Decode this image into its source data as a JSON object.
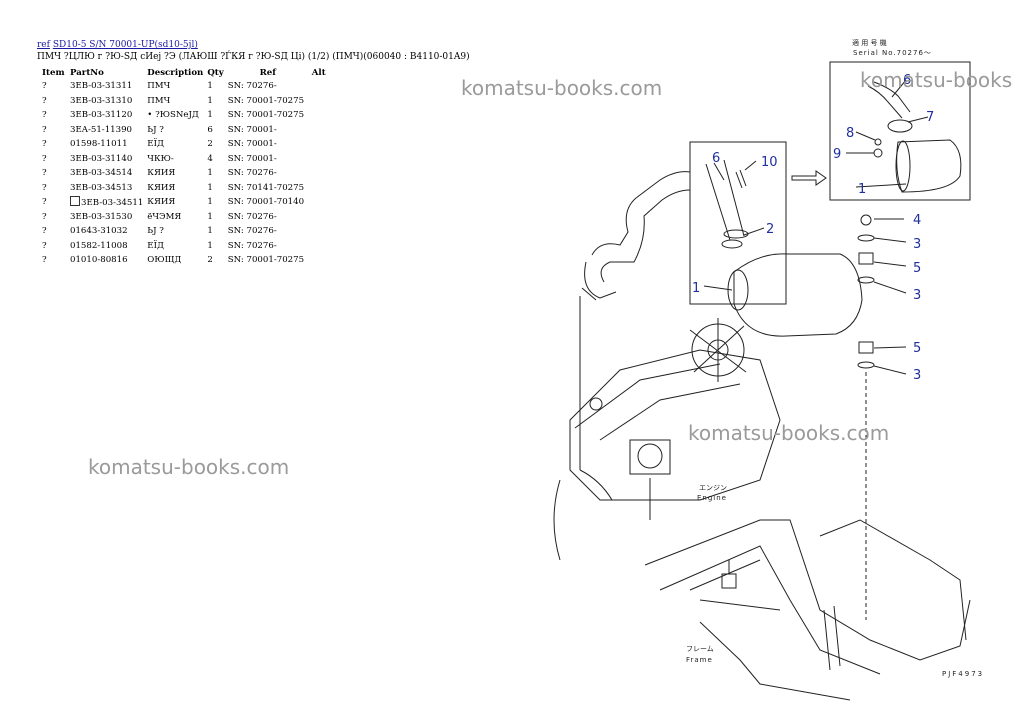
{
  "breadcrumb": {
    "ref": "ref",
    "model": "SD10-5 S/N 70001-UP(sd10-5jl)"
  },
  "subtitle": "ПМЧ ?ЦЛЮ г ?Ю-SД сИеј ?Э (ЛАЮШ ?ЃКЯ г ?Ю-SД Ці) (1/2) (ПМЧ)(060040 : B4110-01A9)",
  "table": {
    "headers": {
      "item": "Item",
      "part": "PartNo",
      "desc": "Description",
      "qty": "Qty",
      "ref": "Ref",
      "alt": "Alt"
    },
    "rows": [
      {
        "item": "?",
        "part": "3EB-03-31311",
        "desc": "ПМЧ",
        "qty": "1",
        "ref": "SN: 70276-"
      },
      {
        "item": "?",
        "part": "3EB-03-31310",
        "desc": "ПМЧ",
        "qty": "1",
        "ref": "SN: 70001-70275"
      },
      {
        "item": "?",
        "part": "3EB-03-31120",
        "desc": "• ?ЮSNеЈД",
        "qty": "1",
        "ref": "SN: 70001-70275"
      },
      {
        "item": "?",
        "part": "3EA-51-11390",
        "desc": "ЬЈ ?",
        "qty": "6",
        "ref": "SN: 70001-"
      },
      {
        "item": "?",
        "part": "01598-11011",
        "desc": "ЕЇД",
        "qty": "2",
        "ref": "SN: 70001-"
      },
      {
        "item": "?",
        "part": "3EB-03-31140",
        "desc": "ЧКЮ-",
        "qty": "4",
        "ref": "SN: 70001-"
      },
      {
        "item": "?",
        "part": "3EB-03-34514",
        "desc": "КЯИЯ",
        "qty": "1",
        "ref": "SN: 70276-"
      },
      {
        "item": "?",
        "part": "3EB-03-34513",
        "desc": "КЯИЯ",
        "qty": "1",
        "ref": "SN: 70141-70275"
      },
      {
        "item": "?",
        "part": "3EB-03-34511",
        "desc": "КЯИЯ",
        "qty": "1",
        "ref": "SN: 70001-70140"
      },
      {
        "item": "?",
        "part": "3EB-03-31530",
        "desc": "ёЧЭМЯ",
        "qty": "1",
        "ref": "SN: 70276-"
      },
      {
        "item": "?",
        "part": "01643-31032",
        "desc": "ЬЈ ?",
        "qty": "1",
        "ref": "SN: 70276-"
      },
      {
        "item": "?",
        "part": "01582-11008",
        "desc": "ЕЇД",
        "qty": "1",
        "ref": "SN: 70276-"
      },
      {
        "item": "?",
        "part": "01010-80816",
        "desc": "ОЮЩД",
        "qty": "2",
        "ref": "SN: 70001-70275"
      }
    ]
  },
  "watermark": "komatsu-books.com",
  "watermark_partial": "komatsu-books",
  "diagram": {
    "serial_jp": "適 用 号 機",
    "serial": "Serial No.70276～",
    "engine_jp": "エンジン",
    "engine": "Engine",
    "frame_jp": "フレーム",
    "frame": "Frame",
    "code": "PJF4973",
    "callouts": [
      "6",
      "10",
      "2",
      "1",
      "6",
      "7",
      "8",
      "9",
      "1",
      "4",
      "3",
      "5",
      "3",
      "5",
      "3"
    ]
  },
  "colors": {
    "link": "#1a1aa6",
    "callout": "#1f2fa0",
    "watermark": "#9a9a9a"
  }
}
